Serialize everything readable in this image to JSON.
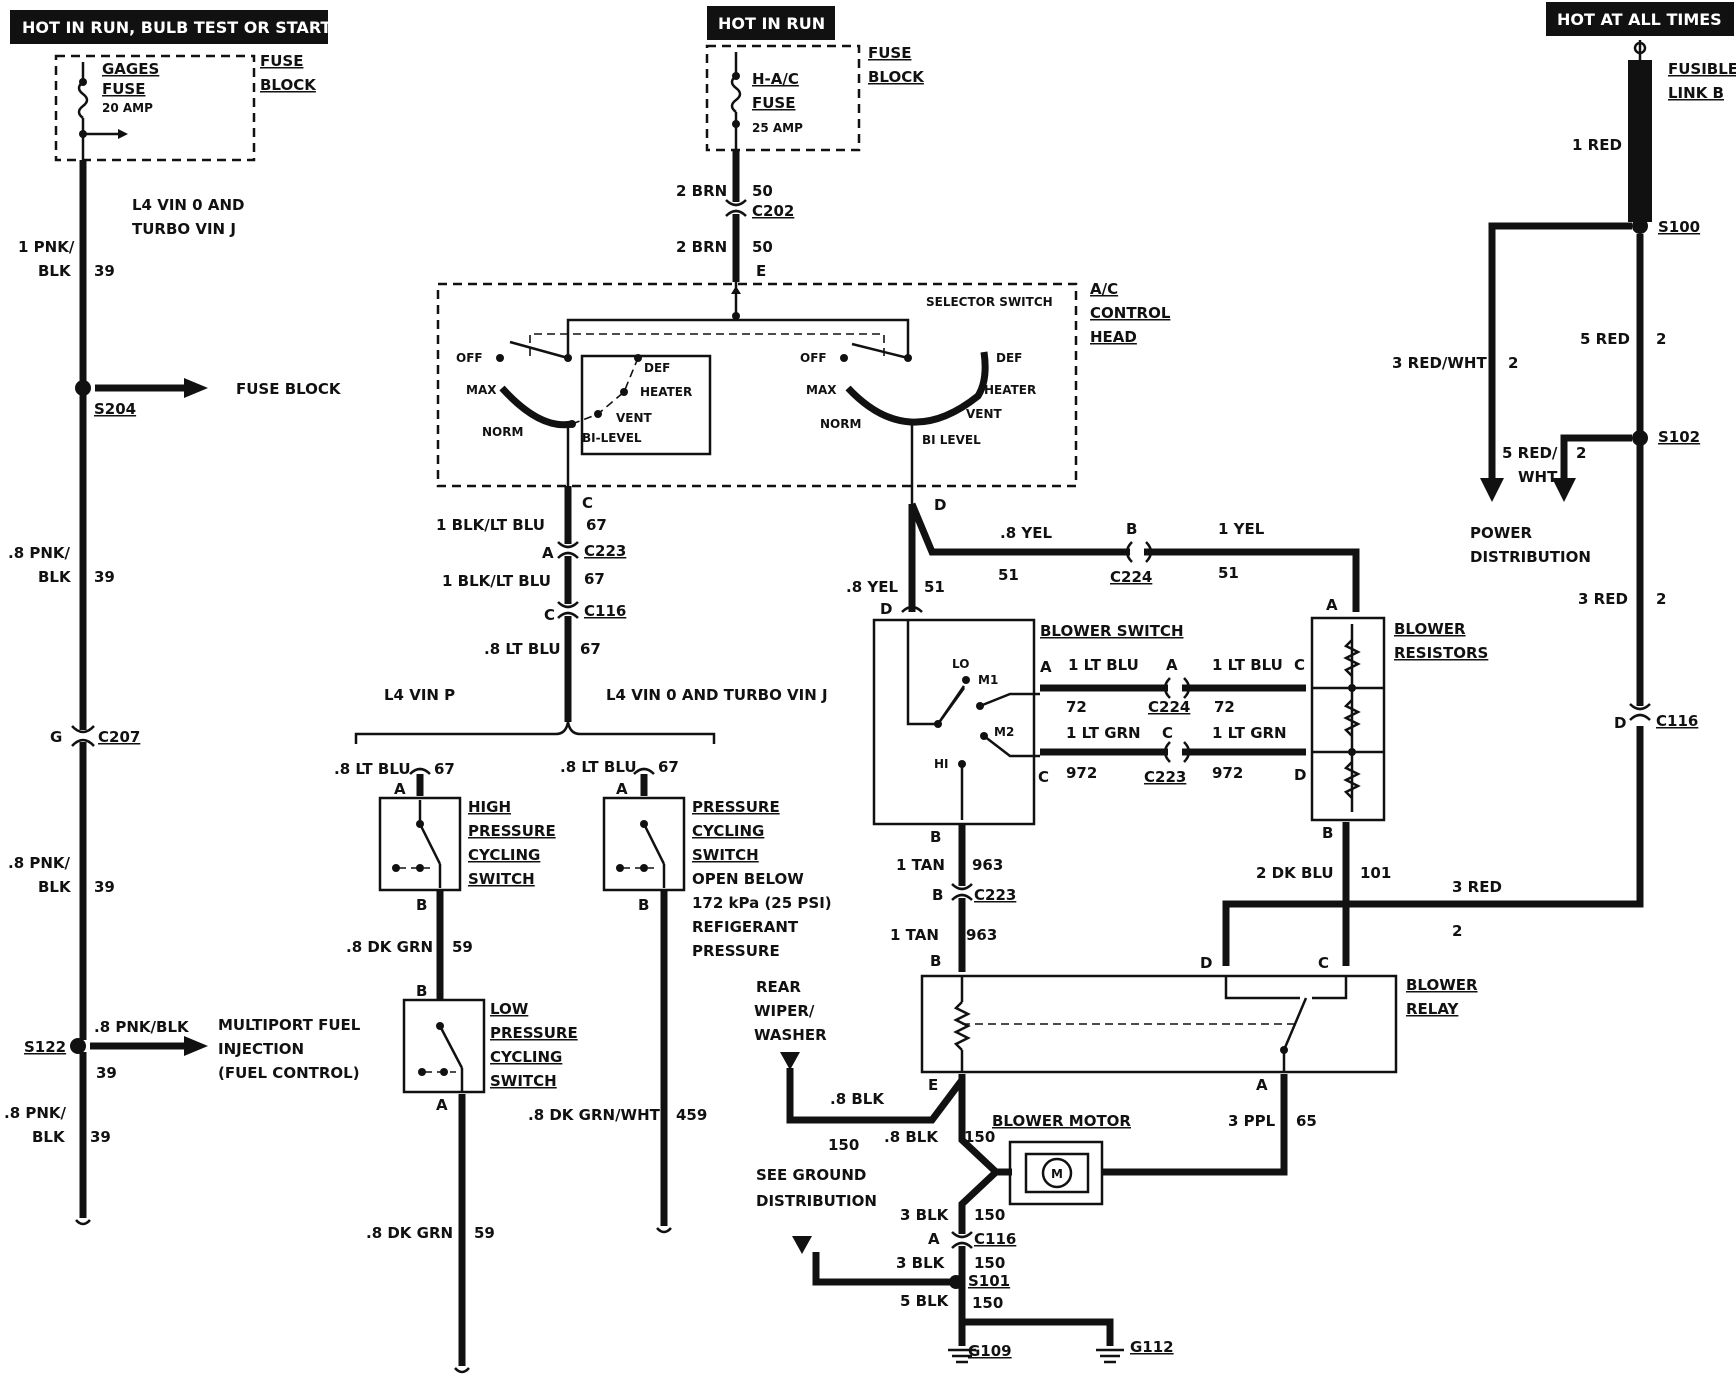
{
  "headers": {
    "left": "HOT IN RUN, BULB TEST OR START",
    "center": "HOT IN RUN",
    "right": "HOT AT ALL TIMES"
  },
  "left_branch": {
    "fuse_name": "GAGES",
    "fuse_word": "FUSE",
    "fuse_rating": "20 AMP",
    "fuse_block_1": "FUSE",
    "fuse_block_2": "BLOCK",
    "engine_note_1": "L4 VIN 0 AND",
    "engine_note_2": "TURBO VIN J",
    "wire1_gauge": "1 PNK/",
    "wire1_color": "BLK",
    "wire1_circuit": "39",
    "splice_s204": "S204",
    "to_fuse_block": "FUSE BLOCK",
    "wire2_gauge": ".8 PNK/",
    "wire2_color": "BLK",
    "wire2_circuit": "39",
    "conn_pin": "G",
    "conn_c207": "C207",
    "wire3_gauge": ".8 PNK/",
    "wire3_color": "BLK",
    "wire3_circuit": "39",
    "splice_s122": "S122",
    "mpfi_wire": ".8 PNK/BLK",
    "mpfi_circuit": "39",
    "mpfi_1": "MULTIPORT FUEL",
    "mpfi_2": "INJECTION",
    "mpfi_3": "(FUEL CONTROL)",
    "wire4_gauge": ".8 PNK/",
    "wire4_color": "BLK",
    "wire4_circuit": "39"
  },
  "center_branch": {
    "fuse_name": "H-A/C",
    "fuse_word": "FUSE",
    "fuse_rating": "25 AMP",
    "fuse_block_1": "FUSE",
    "fuse_block_2": "BLOCK",
    "brn1": "2 BRN",
    "brn1_circuit": "50",
    "c202": "C202",
    "brn2": "2 BRN",
    "brn2_circuit": "50",
    "pin_e": "E",
    "selector_switch": "SELECTOR SWITCH",
    "ac_head_1": "A/C",
    "ac_head_2": "CONTROL",
    "ac_head_3": "HEAD",
    "sw1_off": "OFF",
    "sw1_max": "MAX",
    "sw1_norm": "NORM",
    "sw1_def": "DEF",
    "sw1_heater": "HEATER",
    "sw1_vent": "VENT",
    "sw1_bilevel": "BI-LEVEL",
    "sw2_off": "OFF",
    "sw2_max": "MAX",
    "sw2_norm": "NORM",
    "sw2_def": "DEF",
    "sw2_heater": "HEATER",
    "sw2_vent": "VENT",
    "sw2_bilevel": "BI LEVEL",
    "pin_c": "C",
    "blk_lt_blu_1": "1 BLK/LT BLU",
    "c67_1": "67",
    "pin_a": "A",
    "c223": "C223",
    "blk_lt_blu_2": "1 BLK/LT BLU",
    "c67_2": "67",
    "pin_c2": "C",
    "c116": "C116",
    "lt_blu": ".8 LT BLU",
    "c67_3": "67",
    "l4_vin_p": "L4 VIN P",
    "l4_vin_0": "L4 VIN 0 AND TURBO VIN J",
    "hp_wire": ".8 LT BLU",
    "hp_circuit": "67",
    "hp_pin_a": "A",
    "hp_1": "HIGH",
    "hp_2": "PRESSURE",
    "hp_3": "CYCLING",
    "hp_4": "SWITCH",
    "hp_pin_b": "B",
    "dkgrn1": ".8 DK GRN",
    "c59_1": "59",
    "lp_pin_b": "B",
    "lp_1": "LOW",
    "lp_2": "PRESSURE",
    "lp_3": "CYCLING",
    "lp_4": "SWITCH",
    "lp_pin_a": "A",
    "dkgrn2": ".8 DK GRN",
    "c59_2": "59",
    "pc_wire": ".8 LT BLU",
    "pc_circuit": "67",
    "pc_pin_a": "A",
    "pc_1": "PRESSURE",
    "pc_2": "CYCLING",
    "pc_3": "SWITCH",
    "pc_4": "OPEN BELOW",
    "pc_5": "172 kPa (25 PSI)",
    "pc_6": "REFIGERANT",
    "pc_7": "PRESSURE",
    "pc_pin_b": "B",
    "dkgrnwht": ".8 DK GRN/WHT",
    "c459": "459"
  },
  "blower": {
    "pin_d_top": "D",
    "yel_8": ".8 YEL",
    "c51_a": "51",
    "pin_b_c224": "B",
    "yel_1": "1 YEL",
    "c51_b": "51",
    "c224": "C224",
    "c51_c": "51",
    "yel_8b": ".8 YEL",
    "c51_d": "51",
    "pin_d2": "D",
    "switch_title": "BLOWER SWITCH",
    "sw_lo": "LO",
    "sw_m1": "M1",
    "sw_m2": "M2",
    "sw_hi": "HI",
    "pin_a_sw": "A",
    "ltblu_a": "1 LT BLU",
    "c72_a": "72",
    "pin_a_c224": "A",
    "c224_b": "C224",
    "ltblu_b": "1 LT BLU",
    "c72_b": "72",
    "pin_c_res": "C",
    "pin_c_sw": "C",
    "ltgrn_a": "1 LT GRN",
    "c972_a": "972",
    "pin_c_c223": "C",
    "c223_b": "C223",
    "ltgrn_b": "1 LT GRN",
    "c972_b": "972",
    "pin_d_res": "D",
    "pin_a_res": "A",
    "res_1": "BLOWER",
    "res_2": "RESISTORS",
    "pin_b_res": "B",
    "pin_b_sw": "B",
    "tan1": "1 TAN",
    "c963_a": "963",
    "pin_b_c223": "B",
    "c223_c": "C223",
    "tan2": "1 TAN",
    "c963_b": "963",
    "pin_b_relay": "B",
    "dkblu": "2 DK BLU",
    "c101": "101",
    "red3": "3 RED",
    "c2_relay": "2",
    "pin_d_relay": "D",
    "pin_c_relay": "C",
    "relay_1": "BLOWER",
    "relay_2": "RELAY",
    "rear_1": "REAR",
    "rear_2": "WIPER/",
    "rear_3": "WASHER",
    "blk_8a": ".8 BLK",
    "c150_a": "150",
    "pin_e_relay": "E",
    "blk_8b": ".8 BLK",
    "c150_b": "150",
    "motor": "BLOWER MOTOR",
    "motor_symbol": "M",
    "pin_a_relay": "A",
    "ppl": "3 PPL",
    "c65": "65",
    "see_ground_1": "SEE GROUND",
    "see_ground_2": "DISTRIBUTION",
    "blk3a": "3 BLK",
    "c150_c": "150",
    "pin_a_c116": "A",
    "c116_b": "C116",
    "blk3b": "3 BLK",
    "c150_d": "150",
    "s101": "S101",
    "blk5": "5 BLK",
    "c150_e": "150",
    "g109": "G109",
    "g112": "G112"
  },
  "right_branch": {
    "fusible_1": "FUSIBLE",
    "fusible_2": "LINK B",
    "red1": "1 RED",
    "s100": "S100",
    "red5": "5 RED",
    "c2_a": "2",
    "redwht3": "3 RED/WHT",
    "c2_b": "2",
    "s102": "S102",
    "redwht5_1": "5 RED/",
    "redwht5_2": "WHT",
    "c2_c": "2",
    "power_1": "POWER",
    "power_2": "DISTRIBUTION",
    "red3": "3 RED",
    "c2_d": "2",
    "pin_d": "D",
    "c116": "C116"
  }
}
